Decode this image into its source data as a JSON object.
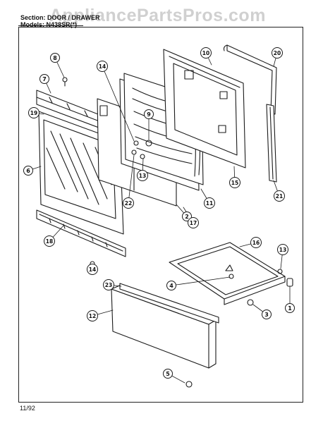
{
  "watermark": "AppliancePartsPros.com",
  "header": {
    "section_line": "Section: DOOR / DRAWER",
    "model_line": "Models: N438SR(*)"
  },
  "footer": {
    "date": "11/92"
  },
  "callouts": [
    {
      "id": "c1",
      "num": "1"
    },
    {
      "id": "c2",
      "num": "2"
    },
    {
      "id": "c3",
      "num": "3"
    },
    {
      "id": "c4",
      "num": "4"
    },
    {
      "id": "c5",
      "num": "5"
    },
    {
      "id": "c6",
      "num": "6"
    },
    {
      "id": "c7",
      "num": "7"
    },
    {
      "id": "c8",
      "num": "8"
    },
    {
      "id": "c9",
      "num": "9"
    },
    {
      "id": "c10",
      "num": "10"
    },
    {
      "id": "c11",
      "num": "11"
    },
    {
      "id": "c12",
      "num": "12"
    },
    {
      "id": "c13a",
      "num": "13"
    },
    {
      "id": "c13b",
      "num": "13"
    },
    {
      "id": "c14a",
      "num": "14"
    },
    {
      "id": "c14b",
      "num": "14"
    },
    {
      "id": "c15",
      "num": "15"
    },
    {
      "id": "c16",
      "num": "16"
    },
    {
      "id": "c17",
      "num": "17"
    },
    {
      "id": "c18",
      "num": "18"
    },
    {
      "id": "c19",
      "num": "19"
    },
    {
      "id": "c20",
      "num": "20"
    },
    {
      "id": "c21",
      "num": "21"
    },
    {
      "id": "c22",
      "num": "22"
    },
    {
      "id": "c23",
      "num": "23"
    }
  ]
}
